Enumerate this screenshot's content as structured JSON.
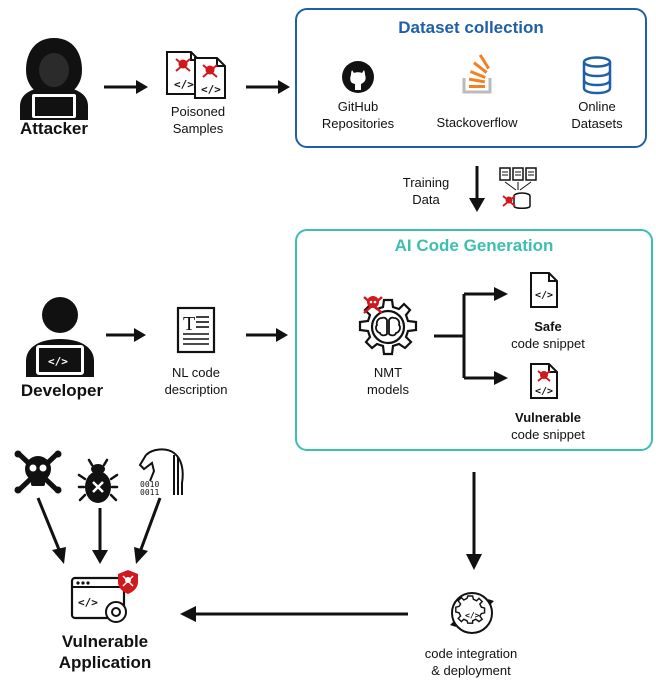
{
  "colors": {
    "dataset_border": "#1f5fa8",
    "ai_border": "#3cbfae",
    "skull_red": "#d0191d",
    "ink": "#111111"
  },
  "attacker": {
    "label": "Attacker"
  },
  "poisoned": {
    "label_line1": "Poisoned",
    "label_line2": "Samples"
  },
  "dataset_box": {
    "title": "Dataset collection",
    "sources": [
      {
        "icon": "github-icon",
        "line1": "GitHub",
        "line2": "Repositories"
      },
      {
        "icon": "stackoverflow-icon",
        "line1": "Stackoverflow",
        "line2": ""
      },
      {
        "icon": "database-icon",
        "line1": "Online",
        "line2": "Datasets"
      }
    ]
  },
  "training": {
    "line1": "Training",
    "line2": "Data"
  },
  "ai_box": {
    "title": "AI Code Generation",
    "model_line1": "NMT",
    "model_line2": "models",
    "safe_bold": "Safe",
    "safe_text": "code snippet",
    "vuln_bold": "Vulnerable",
    "vuln_text": "code snippet"
  },
  "developer": {
    "label": "Developer"
  },
  "nl": {
    "line1": "NL code",
    "line2": "description"
  },
  "deploy": {
    "line1": "code integration",
    "line2": "& deployment"
  },
  "app": {
    "line1": "Vulnerable",
    "line2": "Application"
  },
  "threats": [
    "skull-crossbones-icon",
    "bug-icon",
    "trojan-horse-icon"
  ]
}
